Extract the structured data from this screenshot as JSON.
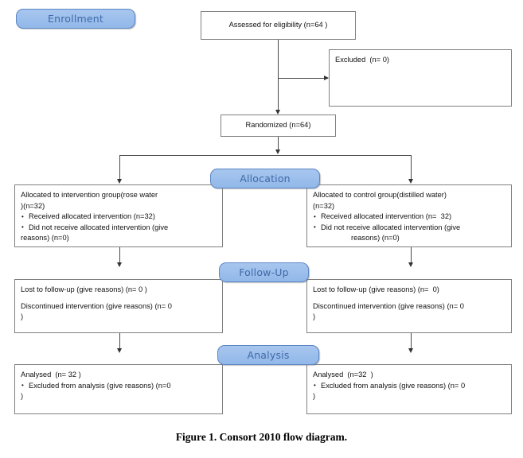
{
  "figure": {
    "caption": "Figure 1. Consort 2010 flow diagram."
  },
  "stages": {
    "enrollment": "Enrollment",
    "allocation": "Allocation",
    "followup": "Follow-Up",
    "analysis": "Analysis"
  },
  "boxes": {
    "assessed": "Assessed for eligibility (n=64 )",
    "excluded": "Excluded  (n= 0)",
    "randomized": "Randomized (n=64)",
    "alloc_left": {
      "line1": "Allocated to intervention group(rose water",
      "line2": ")(n=32)",
      "bullet1": "Received allocated intervention (n=32)",
      "bullet2": "Did not receive allocated intervention (give",
      "clipped": "reasons) (n=0)"
    },
    "alloc_right": {
      "line1": "Allocated to control group(distilled water)",
      "line2": "(n=32)",
      "bullet1": "Received allocated intervention (n=  32)",
      "bullet2": "Did not receive allocated intervention (give",
      "clipped": "reasons) (n=0)"
    },
    "followup_left": {
      "line1": "Lost to follow-up (give reasons) (n= 0 )",
      "line2": "Discontinued intervention (give reasons) (n= 0",
      "line3": ")"
    },
    "followup_right": {
      "line1": "Lost to follow-up (give reasons) (n=  0)",
      "line2": "Discontinued intervention (give reasons) (n= 0",
      "line3": ")"
    },
    "analysis_left": {
      "line1": "Analysed  (n= 32 )",
      "bullet1": "Excluded from analysis (give reasons) (n=0",
      "line3": ")"
    },
    "analysis_right": {
      "line1": "Analysed  (n=32  )",
      "bullet1": "Excluded from analysis (give reasons) (n= 0",
      "line3": ")"
    }
  },
  "colors": {
    "badge_fill": "#9fc1ed",
    "badge_border": "#5d87c4",
    "badge_text": "#3f6aa8",
    "box_border": "#808080",
    "connector": "#4a4a4a",
    "background": "#ffffff"
  }
}
